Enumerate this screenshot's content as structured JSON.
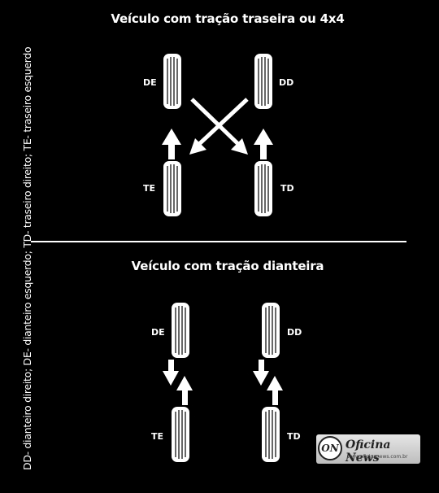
{
  "top_section": {
    "title": "Veículo com tração traseira ou 4x4",
    "labels": {
      "front_left": "DE",
      "front_right": "DD",
      "rear_left": "TE",
      "rear_right": "TD"
    }
  },
  "bottom_section": {
    "title": "Veículo com tração dianteira",
    "labels": {
      "front_left": "DE",
      "front_right": "DD",
      "rear_left": "TE",
      "rear_right": "TD"
    }
  },
  "legend": "DD- dianteiro direito; DE- dianteiro esquerdo; TD- traseiro direito; TE- traseiro esquerdo",
  "logo": {
    "badge": "ON",
    "name": "Oficina News",
    "url": "www.oficinanews.com.br"
  }
}
